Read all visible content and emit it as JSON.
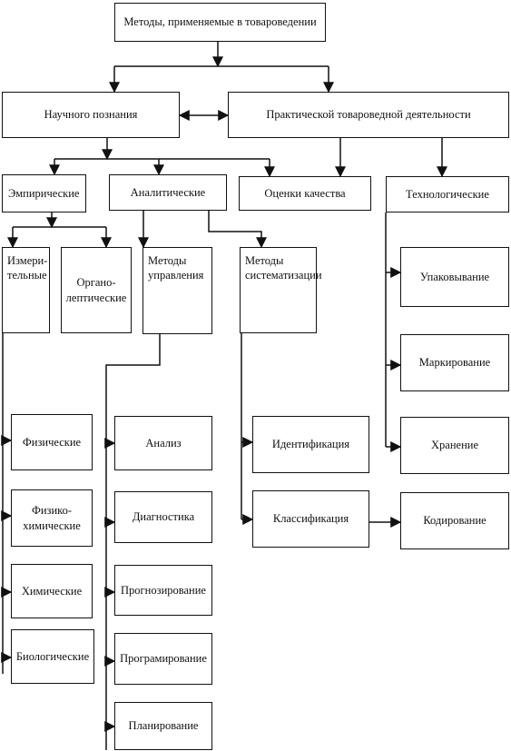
{
  "diagram": {
    "root": "Методы, применяемые в товароведении",
    "scientific": "Научного познания",
    "practical": "Практической товароведной деятельности",
    "empirical": "Эмпирические",
    "analytical": "Аналитические",
    "quality": "Оценки качества",
    "technological": "Технологические",
    "measuring": "Измери-\nтельные",
    "organoleptic": "Органо-\nлептические",
    "management": "Методы\nуправления",
    "systematization": "Методы\nсистематизации",
    "physical": "Физические",
    "physicochemical": "Физико-\nхимические",
    "chemical": "Химические",
    "biological": "Биологические",
    "analysis": "Анализ",
    "diagnostics": "Диагностика",
    "forecasting": "Прогнозирование",
    "programming": "Програмирование",
    "planning": "Планирование",
    "identification": "Идентификация",
    "classification": "Классификация",
    "coding": "Кодирование",
    "packaging": "Упаковывание",
    "labeling": "Маркирование",
    "storage": "Хранение"
  }
}
